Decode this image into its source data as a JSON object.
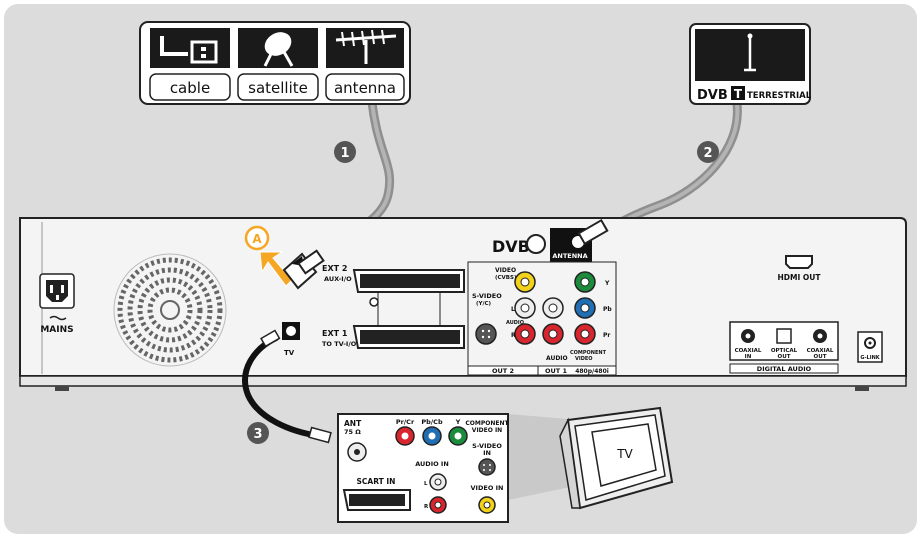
{
  "sources": {
    "cable": "cable",
    "satellite": "satellite",
    "antenna": "antenna"
  },
  "terrestrial": {
    "dvb": "DVB",
    "t": "T",
    "terrestrial": "TERRESTRIAL"
  },
  "steps": {
    "one": "1",
    "two": "2",
    "three": "3"
  },
  "callout_a": "A",
  "recorder": {
    "mains": "MAINS",
    "ext2": "EXT 2",
    "ext2_sub": "AUX-I/O",
    "ext1": "EXT 1",
    "ext1_sub": "TO TV-I/O",
    "tv_in": "TV",
    "dvb_logo": "DVB",
    "antenna_label": "ANTENNA",
    "video_cvbs": "VIDEO",
    "video_cvbs_sub": "(CVBS)",
    "svideo": "S-VIDEO",
    "svideo_sub": "(Y/C)",
    "audio_side": "AUDIO",
    "audio_bottom": "AUDIO",
    "component_video": "COMPONENT",
    "component_video_sub": "VIDEO",
    "comp_y": "Y",
    "comp_pb": "Pb",
    "comp_pr": "Pr",
    "out2": "OUT 2",
    "out1": "OUT 1",
    "out1_res": "480p/480i",
    "hdmi_out": "HDMI OUT",
    "coaxial_in": "COAXIAL",
    "coaxial_in_sub": "IN",
    "optical_out": "OPTICAL",
    "optical_out_sub": "OUT",
    "coaxial_out": "COAXIAL",
    "coaxial_out_sub": "OUT",
    "digital_audio": "DIGITAL AUDIO",
    "elink": "G-LINK",
    "audio_l": "L",
    "audio_r": "R"
  },
  "tv_panel": {
    "ant": "ANT",
    "ant_sub": "75 Ω",
    "prcr": "Pr/Cr",
    "pbcb": "Pb/Cb",
    "y": "Y",
    "component": "COMPONENT",
    "component_sub": "VIDEO IN",
    "svideo": "S-VIDEO",
    "svideo_sub": "IN",
    "audio_in": "AUDIO IN",
    "l": "L",
    "r": "R",
    "video_in": "VIDEO IN",
    "scart_in": "SCART IN"
  },
  "tv": {
    "label": "TV"
  },
  "colors": {
    "background": "#dcdcdc",
    "device": "#f2f2f2",
    "cable": "#9c9c9c",
    "accent_orange": "#f5a623",
    "red": "#d9262e",
    "green": "#1a8c3c",
    "blue": "#1f6fb5",
    "yellow": "#f2d21a"
  }
}
